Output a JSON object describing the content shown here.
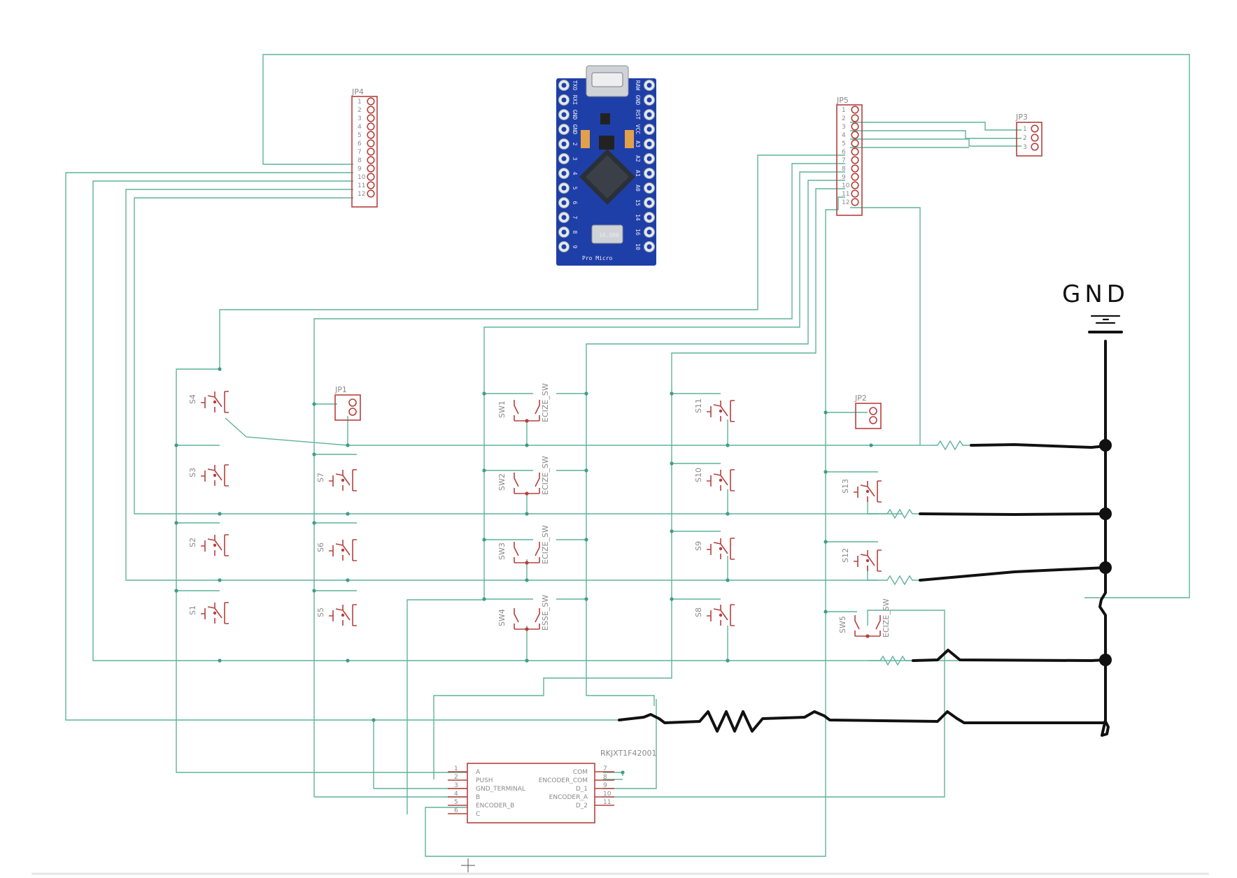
{
  "headers": {
    "jp4": "JP4",
    "jp5": "JP5",
    "jp3": "JP3",
    "jp1": "JP1",
    "jp2": "JP2"
  },
  "pins12": [
    "1",
    "2",
    "3",
    "4",
    "5",
    "6",
    "7",
    "8",
    "9",
    "10",
    "11",
    "12"
  ],
  "pins3": [
    "1",
    "2",
    "3"
  ],
  "board": {
    "name": "Pro Micro",
    "left_pins": [
      "TXO",
      "RXI",
      "GND",
      "GND",
      "2",
      "3",
      "4",
      "5",
      "6",
      "7",
      "8",
      "9"
    ],
    "right_pins": [
      "RAW",
      "GND",
      "RST",
      "VCC",
      "A3",
      "A2",
      "A1",
      "A0",
      "15",
      "14",
      "16",
      "10"
    ],
    "crystal": "16.000"
  },
  "switches": {
    "s1": "S1",
    "s2": "S2",
    "s3": "S3",
    "s4": "S4",
    "s5": "S5",
    "s6": "S6",
    "s7": "S7",
    "s8": "S8",
    "s9": "S9",
    "s10": "S10",
    "s11": "S11",
    "s12": "S12",
    "s13": "S13",
    "sw1": "SW1",
    "sw2": "SW2",
    "sw3": "SW3",
    "sw4": "SW4",
    "sw5": "SW5"
  },
  "switch_value": "ECIZE_SW",
  "switch_value_alt": "ESSE_SW",
  "encoder": {
    "part": "RKJXT1F42001",
    "left_pins": [
      "1",
      "2",
      "3",
      "4",
      "5",
      "6"
    ],
    "left_names": [
      "A",
      "PUSH",
      "GND_TERMINAL",
      "B",
      "ENCODER_B",
      "C"
    ],
    "right_pins": [
      "7",
      "8",
      "9",
      "10",
      "11"
    ],
    "right_names": [
      "COM",
      "ENCODER_COM",
      "D_1",
      "ENCODER_A",
      "D_2"
    ]
  },
  "gnd_label": "GND",
  "colors": {
    "wire": "#5fb39a",
    "part": "#b5403e",
    "board": "#1f3fa8",
    "ink": "#111111"
  }
}
